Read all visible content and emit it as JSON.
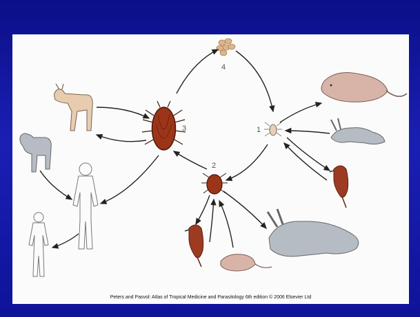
{
  "figure": {
    "stage_labels": [
      "1",
      "2",
      "3",
      "4"
    ],
    "caption": "Peters and Pasvol: Atlas of Tropical Medicine and Parasitology 6th edition © 2006 Elsevier Ltd"
  },
  "colors": {
    "background": "#0e1399",
    "tick": "#9c3518",
    "arrow": "#222222",
    "outline": "#555555"
  }
}
